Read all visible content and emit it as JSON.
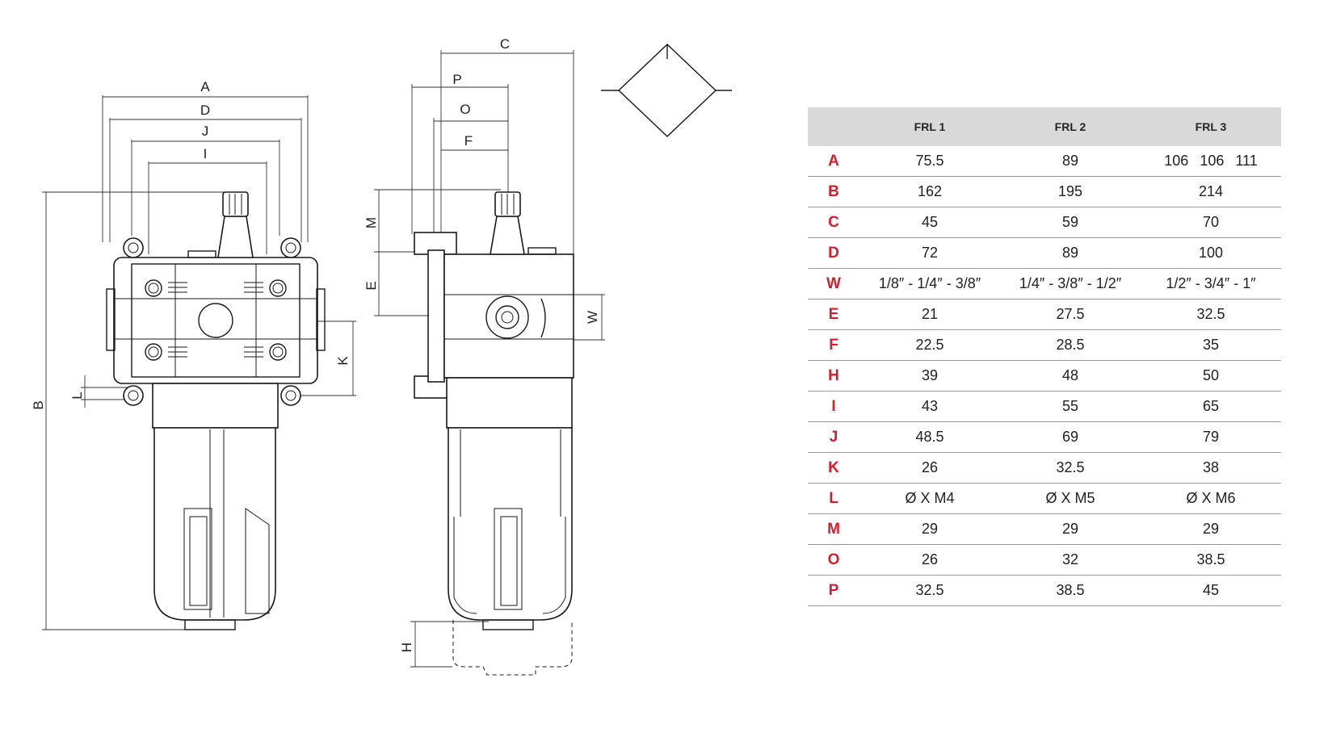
{
  "diagram": {
    "front_view_labels": {
      "A": "A",
      "D": "D",
      "J": "J",
      "I": "I",
      "B": "B",
      "L": "L",
      "K": "K"
    },
    "side_view_labels": {
      "C": "C",
      "P": "P",
      "O": "O",
      "F": "F",
      "M": "M",
      "E": "E",
      "W": "W",
      "H": "H"
    }
  },
  "table": {
    "columns": [
      "",
      "FRL 1",
      "FRL 2",
      "FRL 3"
    ],
    "rows": [
      {
        "key": "A",
        "frl1": "75.5",
        "frl2": "89",
        "frl3": [
          "106",
          "106",
          "111"
        ]
      },
      {
        "key": "B",
        "frl1": "162",
        "frl2": "195",
        "frl3": "214"
      },
      {
        "key": "C",
        "frl1": "45",
        "frl2": "59",
        "frl3": "70"
      },
      {
        "key": "D",
        "frl1": "72",
        "frl2": "89",
        "frl3": "100"
      },
      {
        "key": "W",
        "frl1": "1/8″ - 1/4″ - 3/8″",
        "frl2": "1/4″ - 3/8″ - 1/2″",
        "frl3": "1/2″ -  3/4″  -   1″"
      },
      {
        "key": "E",
        "frl1": "21",
        "frl2": "27.5",
        "frl3": "32.5"
      },
      {
        "key": "F",
        "frl1": "22.5",
        "frl2": "28.5",
        "frl3": "35"
      },
      {
        "key": "H",
        "frl1": "39",
        "frl2": "48",
        "frl3": "50"
      },
      {
        "key": "I",
        "frl1": "43",
        "frl2": "55",
        "frl3": "65"
      },
      {
        "key": "J",
        "frl1": "48.5",
        "frl2": "69",
        "frl3": "79"
      },
      {
        "key": "K",
        "frl1": "26",
        "frl2": "32.5",
        "frl3": "38"
      },
      {
        "key": "L",
        "frl1": "Ø X M4",
        "frl2": "Ø X M5",
        "frl3": "Ø X M6"
      },
      {
        "key": "M",
        "frl1": "29",
        "frl2": "29",
        "frl3": "29"
      },
      {
        "key": "O",
        "frl1": "26",
        "frl2": "32",
        "frl3": "38.5"
      },
      {
        "key": "P",
        "frl1": "32.5",
        "frl2": "38.5",
        "frl3": "45"
      }
    ]
  }
}
